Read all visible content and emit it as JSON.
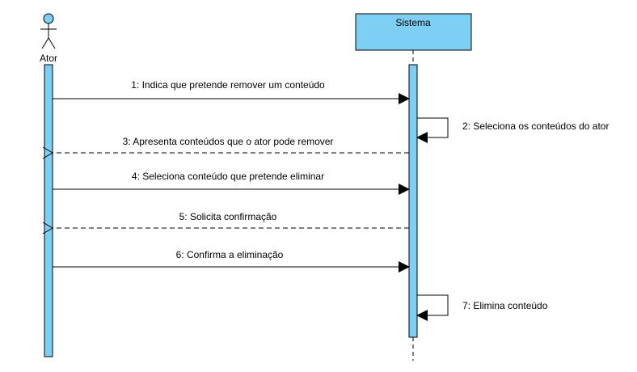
{
  "lifelines": {
    "actor": {
      "name": "Ator"
    },
    "system": {
      "name": "Sistema"
    }
  },
  "messages": [
    {
      "label": "1: Indica que pretende remover um conteúdo",
      "kind": "sync"
    },
    {
      "label": "2: Seleciona os conteúdos do ator",
      "kind": "self"
    },
    {
      "label": "3: Apresenta conteúdos que o ator pode remover",
      "kind": "return"
    },
    {
      "label": "4: Seleciona conteúdo que pretende eliminar",
      "kind": "sync"
    },
    {
      "label": "5: Solicita confirmação",
      "kind": "return"
    },
    {
      "label": "6: Confirma a eliminação",
      "kind": "sync"
    },
    {
      "label": "7: Elimina conteúdo",
      "kind": "self"
    }
  ],
  "colors": {
    "activation_fill": "#7ecff4",
    "header_fill": "#7ecff4",
    "actor_head_fill": "#7ecff4",
    "line": "#000000"
  }
}
